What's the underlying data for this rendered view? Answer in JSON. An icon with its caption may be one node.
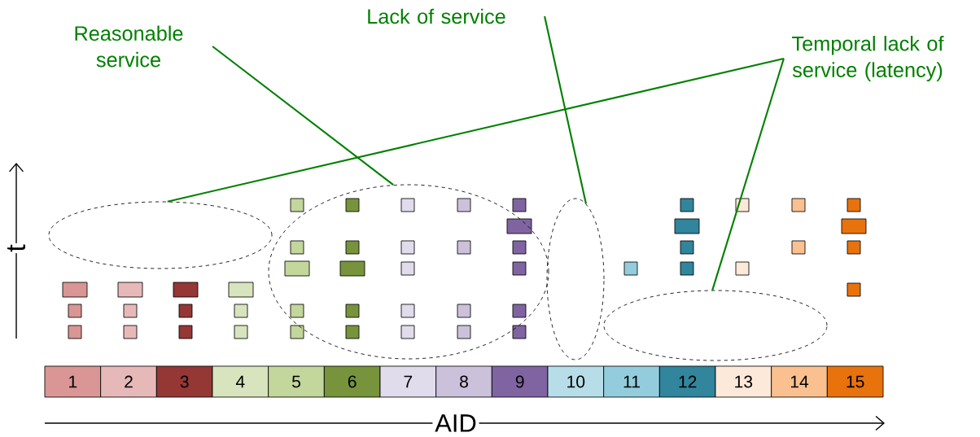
{
  "diagram": {
    "nodes": [
      {
        "text": [
          "Reasonable service"
        ]
      },
      {
        "text": [
          "Lack of service"
        ]
      },
      {
        "text": [
          "Temporal lack of service (latency)"
        ]
      },
      {
        "text": [],
        "shape": "ellipse"
      },
      {
        "text": [],
        "shape": "ellipse"
      },
      {
        "text": [],
        "shape": "ellipse"
      },
      {
        "text": [],
        "shape": "ellipse"
      },
      {
        "text": [
          "1"
        ]
      },
      {
        "text": [
          "2"
        ]
      },
      {
        "text": [
          "3"
        ]
      },
      {
        "text": [
          "4"
        ]
      },
      {
        "text": [
          "5"
        ]
      },
      {
        "text": [
          "6"
        ]
      },
      {
        "text": [
          "7"
        ]
      },
      {
        "text": [
          "8"
        ]
      },
      {
        "text": [
          "9"
        ]
      },
      {
        "text": [
          "10"
        ]
      },
      {
        "text": [
          "11"
        ]
      },
      {
        "text": [
          "12"
        ]
      },
      {
        "text": [
          "13"
        ]
      },
      {
        "text": [
          "14"
        ]
      },
      {
        "text": [
          "15"
        ]
      }
    ],
    "edges": [
      {
        "from": 0,
        "to": 4,
        "arrow": "none"
      },
      {
        "from": 1,
        "to": 5,
        "arrow": "none"
      },
      {
        "from": 2,
        "to": 3,
        "arrow": "none"
      },
      {
        "from": 2,
        "to": 6,
        "arrow": "none"
      }
    ],
    "labels": [
      "t",
      "AID"
    ]
  }
}
